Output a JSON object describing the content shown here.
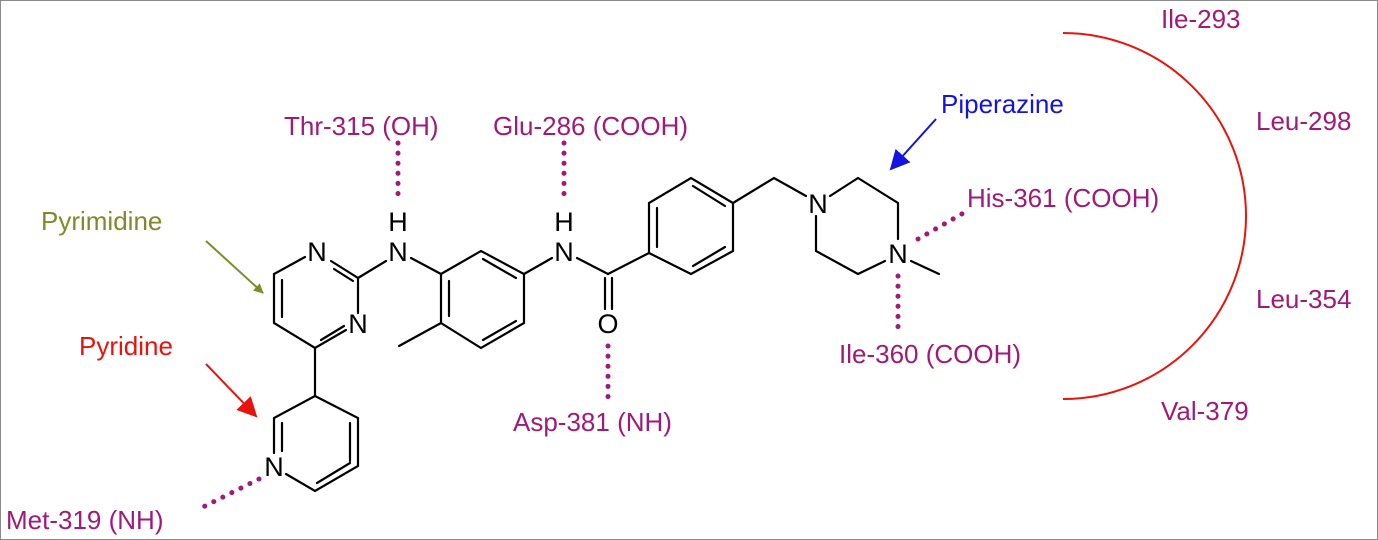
{
  "colors": {
    "residue": "#a01a78",
    "pyrimidine": "#808a2a",
    "pyridine": "#e8140c",
    "piperazine": "#1414e0",
    "pocket_arc": "#e8140c"
  },
  "fragments": {
    "pyrimidine": "Pyrimidine",
    "pyridine": "Pyridine",
    "piperazine": "Piperazine"
  },
  "residues": {
    "thr315": "Thr-315 (OH)",
    "glu286": "Glu-286 (COOH)",
    "asp381": "Asp-381 (NH)",
    "met319": "Met-319 (NH)",
    "his361": "His-361 (COOH)",
    "ile360": "Ile-360 (COOH)",
    "ile293": "Ile-293",
    "leu298": "Leu-298",
    "leu354": "Leu-354",
    "val379": "Val-379"
  },
  "atoms": {
    "N": "N",
    "H": "H",
    "O": "O"
  }
}
